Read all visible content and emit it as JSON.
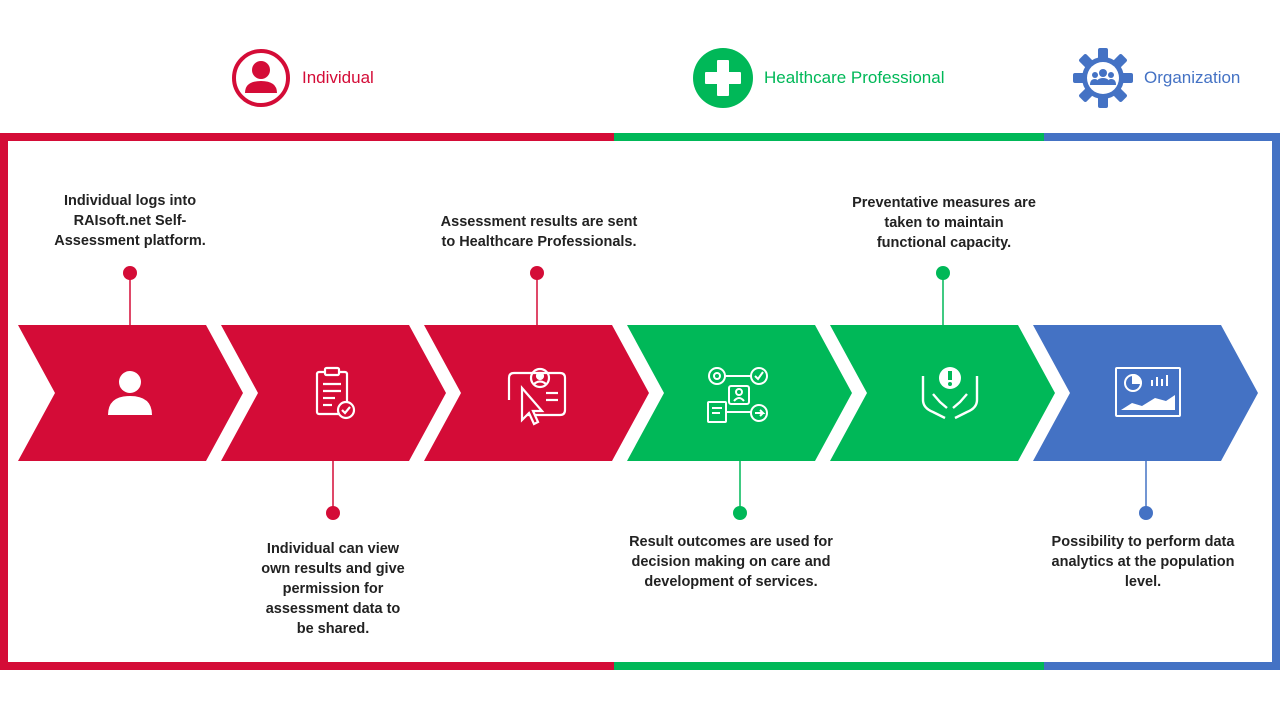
{
  "colors": {
    "individual": "#d40c37",
    "healthcare": "#00b858",
    "organization": "#4472c4",
    "text": "#222222"
  },
  "legend": [
    {
      "label": "Individual",
      "color": "#d40c37",
      "icon": "person-icon"
    },
    {
      "label": "Healthcare Professional",
      "color": "#00b858",
      "icon": "medical-cross-icon"
    },
    {
      "label": "Organization",
      "color": "#4472c4",
      "icon": "gear-team-icon"
    }
  ],
  "steps": [
    {
      "icon": "user-icon",
      "color": "#d40c37",
      "text": [
        "Individual logs into",
        "RAIsoft.net Self-",
        "Assessment platform."
      ],
      "callout": "top"
    },
    {
      "icon": "clipboard-check-icon",
      "color": "#d40c37",
      "text": [
        "Individual can view",
        "own results and give",
        "permission for",
        "assessment data to",
        "be shared."
      ],
      "callout": "bottom"
    },
    {
      "icon": "profile-share-icon",
      "color": "#d40c37",
      "text": [
        "Assessment results are sent",
        "to Healthcare Professionals."
      ],
      "callout": "top"
    },
    {
      "icon": "workflow-icon",
      "color": "#00b858",
      "text": [
        "Result outcomes are used for",
        "decision making on care and",
        "development of services."
      ],
      "callout": "bottom"
    },
    {
      "icon": "hands-alert-icon",
      "color": "#00b858",
      "text": [
        "Preventative measures are",
        "taken to maintain",
        "functional capacity."
      ],
      "callout": "top"
    },
    {
      "icon": "analytics-dashboard-icon",
      "color": "#4472c4",
      "text": [
        "Possibility to perform data",
        "analytics at the population",
        "level."
      ],
      "callout": "bottom"
    }
  ]
}
